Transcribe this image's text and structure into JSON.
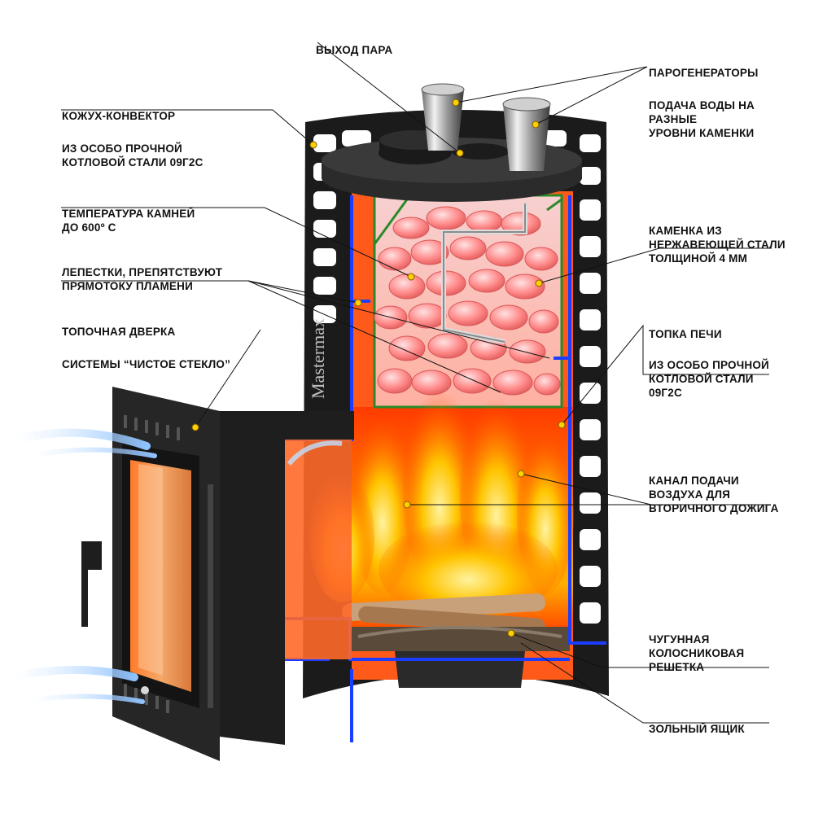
{
  "callouts": [
    {
      "id": "steam",
      "title": "ВЫХОД ПАРА",
      "sub": ""
    },
    {
      "id": "gen",
      "title": "ПАРОГЕНЕРАТОРЫ",
      "sub": "ПОДАЧА ВОДЫ НА\nРАЗНЫЕ\nУРОВНИ КАМЕНКИ"
    },
    {
      "id": "casing",
      "title": "КОЖУХ-КОНВЕКТОР",
      "sub": "ИЗ ОСОБО ПРОЧНОЙ\nКОТЛОВОЙ СТАЛИ 09Г2С"
    },
    {
      "id": "temp",
      "title": "ТЕМПЕРАТУРА КАМНЕЙ\nДО 600º С",
      "sub": ""
    },
    {
      "id": "heater",
      "title": "КАМЕНКА ИЗ\nНЕРЖАВЕЮЩЕЙ СТАЛИ\nТОЛЩИНОЙ 4 ММ",
      "sub": ""
    },
    {
      "id": "petals",
      "title": "ЛЕПЕСТКИ, ПРЕПЯТСТВУЮТ\nПРЯМОТОКУ ПЛАМЕНИ",
      "sub": ""
    },
    {
      "id": "door",
      "title": "ТОПОЧНАЯ ДВЕРКА",
      "sub": "СИСТЕМЫ “ЧИСТОЕ СТЕКЛО”"
    },
    {
      "id": "firebox",
      "title": "ТОПКА ПЕЧИ",
      "sub": "ИЗ ОСОБО ПРОЧНОЙ\nКОТЛОВОЙ СТАЛИ\n09Г2С"
    },
    {
      "id": "air",
      "title": "КАНАЛ ПОДАЧИ\nВОЗДУХА ДЛЯ\nВТОРИЧНОГО ДОЖИГА",
      "sub": ""
    },
    {
      "id": "grate",
      "title": "ЧУГУННАЯ\nКОЛОСНИКОВАЯ\nРЕШЕТКА",
      "sub": ""
    },
    {
      "id": "ash",
      "title": "ЗОЛЬНЫЙ ЯЩИК",
      "sub": ""
    }
  ],
  "brand_text": "Mastermax",
  "colors": {
    "accent_line": "#1a3dff",
    "fire": "#ff5a00",
    "stones": "#ff8a8a",
    "steel": "#1e1e1e",
    "marker": "#ffd000"
  }
}
